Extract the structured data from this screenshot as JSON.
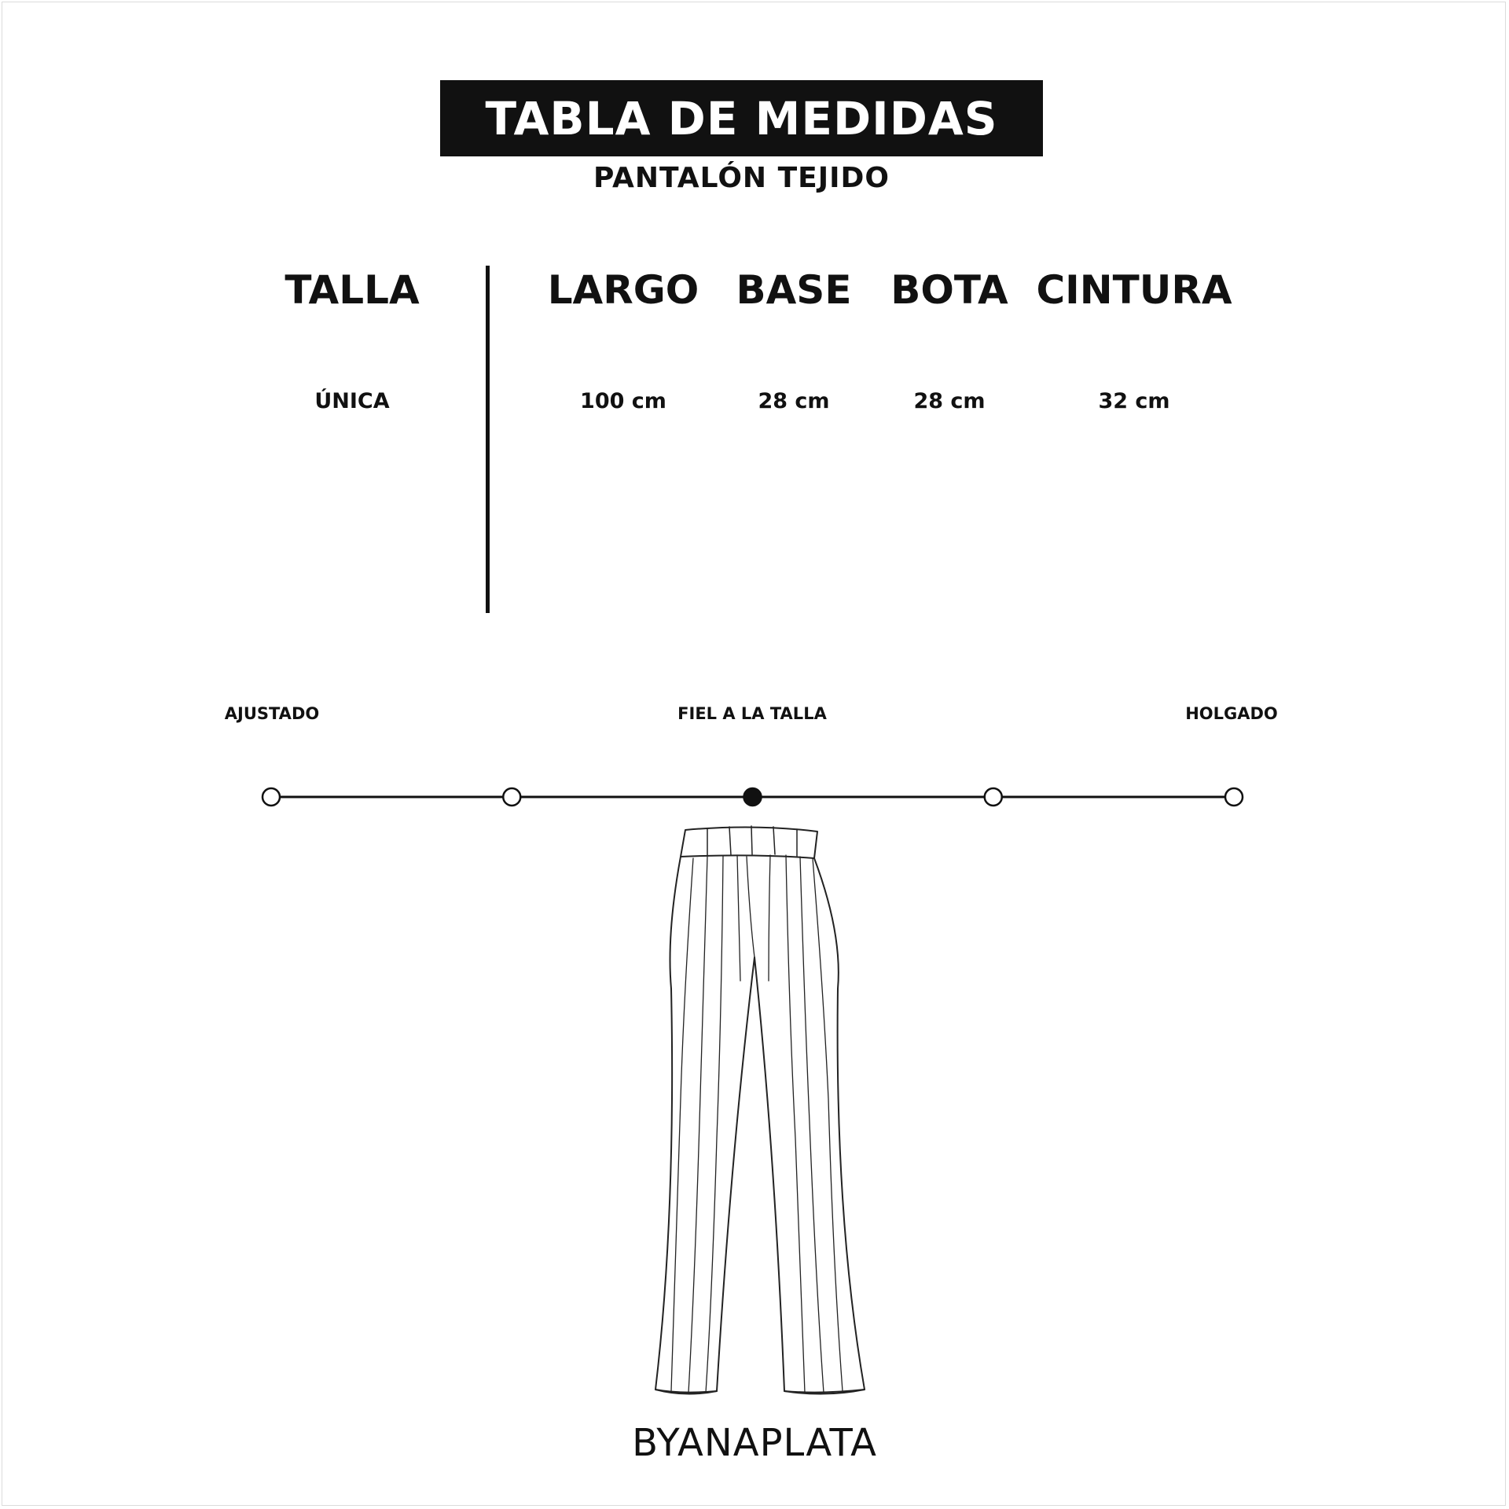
{
  "header": {
    "title": "TABLA DE MEDIDAS",
    "subtitle": "PANTALÓN TEJIDO"
  },
  "size_table": {
    "columns": [
      "TALLA",
      "LARGO",
      "BASE",
      "BOTA",
      "CINTURA"
    ],
    "rows": [
      [
        "ÚNICA",
        "100 cm",
        "28 cm",
        "28 cm",
        "32 cm"
      ]
    ]
  },
  "fit_scale": {
    "labels": {
      "left": "AJUSTADO",
      "middle": "FIEL A LA TALLA",
      "right": "HOLGADO"
    },
    "steps": 5,
    "selected_index": 2
  },
  "garment_icon": "flared-knit-pants-icon",
  "brand": "BYANAPLATA",
  "colors": {
    "ink": "#111111",
    "background": "#ffffff"
  }
}
